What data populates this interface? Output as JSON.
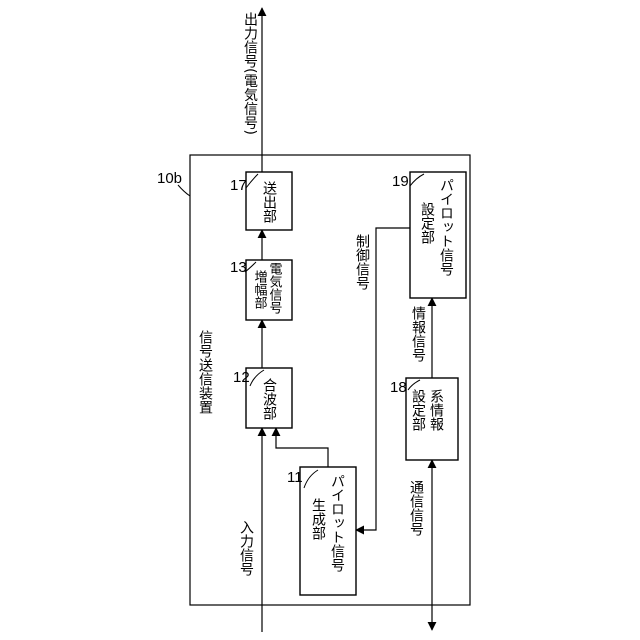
{
  "device": {
    "ref": "10b",
    "label": "信号送信装置"
  },
  "blocks": [
    {
      "ref": "11",
      "lines": [
        "パイロット信号",
        "生成部"
      ]
    },
    {
      "ref": "12",
      "lines": [
        "合波部"
      ]
    },
    {
      "ref": "13",
      "lines": [
        "電気信号",
        "増幅部"
      ]
    },
    {
      "ref": "17",
      "lines": [
        "送出部"
      ]
    },
    {
      "ref": "18",
      "lines": [
        "系情報",
        "設定部"
      ]
    },
    {
      "ref": "19",
      "lines": [
        "パイロット信号",
        "設定部"
      ]
    }
  ],
  "signals": {
    "input": "入力信号",
    "output": "出力信号(電気信号)",
    "control": "制御信号",
    "info": "情報信号",
    "communication": "通信信号"
  }
}
